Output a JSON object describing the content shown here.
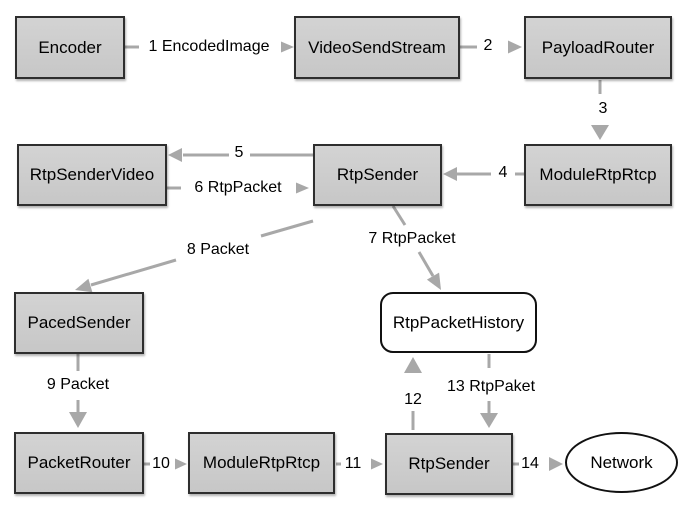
{
  "diagram": {
    "nodes": {
      "encoder": {
        "label": "Encoder",
        "shape": "rect"
      },
      "video_send_stream": {
        "label": "VideoSendStream",
        "shape": "rect"
      },
      "payload_router": {
        "label": "PayloadRouter",
        "shape": "rect"
      },
      "module_rtp_rtcp_top": {
        "label": "ModuleRtpRtcp",
        "shape": "rect"
      },
      "rtp_sender_top": {
        "label": "RtpSender",
        "shape": "rect"
      },
      "rtp_sender_video": {
        "label": "RtpSenderVideo",
        "shape": "rect"
      },
      "paced_sender": {
        "label": "PacedSender",
        "shape": "rect"
      },
      "rtp_packet_history": {
        "label": "RtpPacketHistory",
        "shape": "rounded"
      },
      "packet_router": {
        "label": "PacketRouter",
        "shape": "rect"
      },
      "module_rtp_rtcp_bottom": {
        "label": "ModuleRtpRtcp",
        "shape": "rect"
      },
      "rtp_sender_bottom": {
        "label": "RtpSender",
        "shape": "rect"
      },
      "network": {
        "label": "Network",
        "shape": "ellipse"
      }
    },
    "edges": {
      "e1": {
        "label": "1 EncodedImage",
        "from": "Encoder",
        "to": "VideoSendStream"
      },
      "e2": {
        "label": "2",
        "from": "VideoSendStream",
        "to": "PayloadRouter"
      },
      "e3": {
        "label": "3",
        "from": "PayloadRouter",
        "to": "ModuleRtpRtcp"
      },
      "e4": {
        "label": "4",
        "from": "ModuleRtpRtcp",
        "to": "RtpSender"
      },
      "e5": {
        "label": "5",
        "from": "RtpSender",
        "to": "RtpSenderVideo"
      },
      "e6": {
        "label": "6 RtpPacket",
        "from": "RtpSenderVideo",
        "to": "RtpSender"
      },
      "e7": {
        "label": "7 RtpPacket",
        "from": "RtpSender",
        "to": "RtpPacketHistory"
      },
      "e8": {
        "label": "8 Packet",
        "from": "RtpSender",
        "to": "PacedSender"
      },
      "e9": {
        "label": "9 Packet",
        "from": "PacedSender",
        "to": "PacketRouter"
      },
      "e10": {
        "label": "10",
        "from": "PacketRouter",
        "to": "ModuleRtpRtcp"
      },
      "e11": {
        "label": "11",
        "from": "ModuleRtpRtcp",
        "to": "RtpSender"
      },
      "e12": {
        "label": "12",
        "from": "RtpSender",
        "to": "RtpPacketHistory"
      },
      "e13": {
        "label": "13 RtpPaket",
        "from": "RtpPacketHistory",
        "to": "RtpSender"
      },
      "e14": {
        "label": "14",
        "from": "RtpSender",
        "to": "Network"
      }
    },
    "colors": {
      "background": "#ffffff",
      "node_fill": "#cccccc",
      "node_border": "#2e2e2e",
      "plain_node_fill": "#ffffff",
      "arrow": "#a8a8a8",
      "text": "#000000"
    }
  }
}
